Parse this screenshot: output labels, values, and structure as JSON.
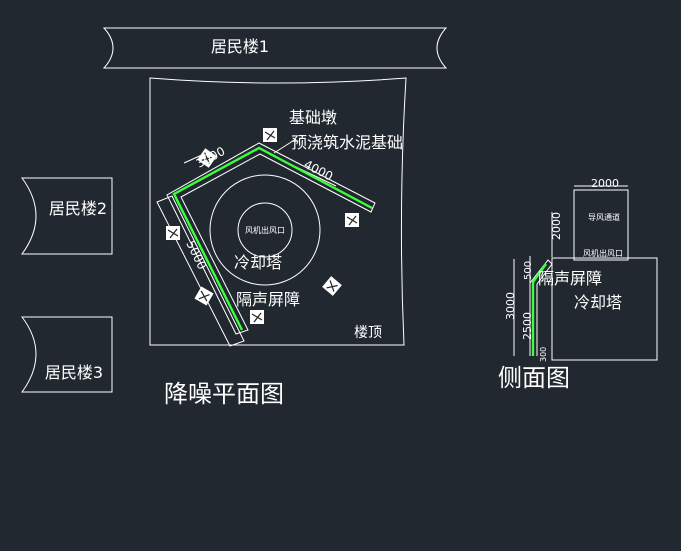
{
  "buildings": {
    "b1": "居民楼1",
    "b2": "居民楼2",
    "b3": "居民楼3"
  },
  "plan": {
    "title": "降噪平面图",
    "pier_label": "基础墩",
    "foundation_label": "预浇筑水泥基础",
    "dim_left_short": "3000",
    "dim_right": "4000",
    "dim_left_long": "5000",
    "fan_outlet": "风机出风口",
    "cooling_tower": "冷却塔",
    "barrier": "隔声屏障",
    "roof": "楼顶"
  },
  "side": {
    "title": "侧面图",
    "dim_top": "2000",
    "dim_upper": "2000",
    "dim_500": "500",
    "dim_2500": "2500",
    "dim_3000": "3000",
    "dim_bottom": "300",
    "duct_label": "导风通道",
    "fan_outlet": "风机出风口",
    "barrier": "隔声屏障",
    "cooling_tower": "冷却塔"
  }
}
